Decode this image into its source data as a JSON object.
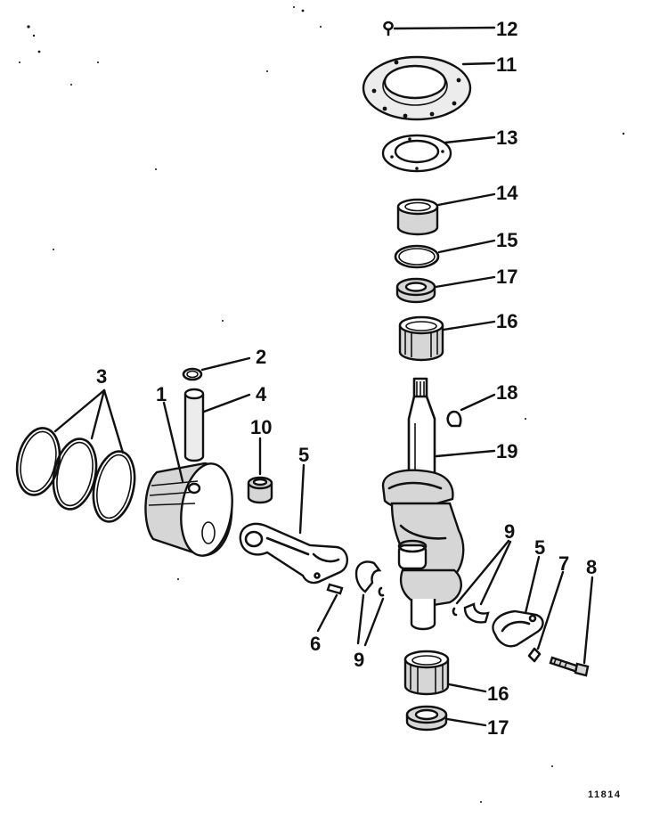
{
  "figure_number": "11814",
  "callouts": {
    "c1": "1",
    "c2": "2",
    "c3": "3",
    "c4": "4",
    "c5a": "5",
    "c5b": "5",
    "c6": "6",
    "c7": "7",
    "c8": "8",
    "c9a": "9",
    "c9b": "9",
    "c10": "10",
    "c11": "11",
    "c12": "12",
    "c13": "13",
    "c14": "14",
    "c15": "15",
    "c16a": "16",
    "c16b": "16",
    "c17a": "17",
    "c17b": "17",
    "c18": "18",
    "c19": "19"
  }
}
